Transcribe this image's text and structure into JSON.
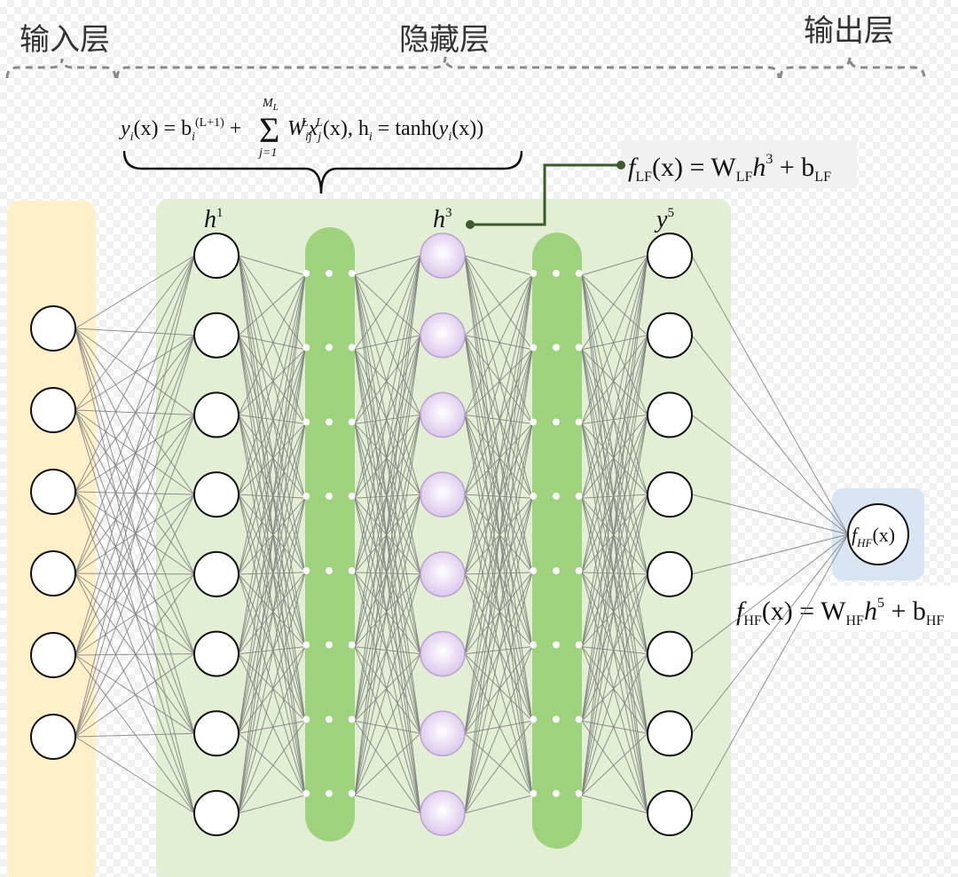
{
  "layers": {
    "input": "输入层",
    "hidden": "隐藏层",
    "output": "输出层"
  },
  "formula_hidden": {
    "lhs_y": "y",
    "lhs_i": "i",
    "lhs_x": "(x) = b",
    "b_sub": "i",
    "b_sup": "(L+1)",
    "plus": " + ",
    "sigma": "Σ",
    "sum_top": "M",
    "sum_top_sub": "L",
    "sum_bottom": "j=1",
    "W": "W",
    "W_sub": "ij",
    "W_sup": "L",
    "x": "x",
    "x_sub": "j",
    "x_sup": "L",
    "tail": "(x), h",
    "h_sub": "i",
    "eq_tanh": " = tanh(",
    "tanh_y": "y",
    "tanh_y_sub": "i",
    "tanh_end": "(x))"
  },
  "formula_lf": {
    "f": "f",
    "f_sub": "LF",
    "mid": "(x) = W",
    "W_sub": "LF",
    "h": "h",
    "h_sup": "3",
    "plus_b": " + b",
    "b_sub": "LF"
  },
  "formula_hf": {
    "f": "f",
    "f_sub": "HF",
    "mid": "(x) = W",
    "W_sub": "HF",
    "h": "h",
    "h_sup": "5",
    "plus_b": " + b",
    "b_sub": "HF"
  },
  "labels": {
    "h1": "h",
    "h1_sup": "1",
    "h3": "h",
    "h3_sup": "3",
    "y5": "y",
    "y5_sup": "5"
  },
  "output_node": {
    "f": "f",
    "f_sub": "HF",
    "arg": "(x)"
  },
  "ellipsis": "• • •",
  "network": {
    "input_nodes": 6,
    "h1_nodes": 8,
    "h3_nodes": 8,
    "y5_nodes": 8,
    "bar_dot_rows": 8,
    "output_nodes": 1
  },
  "colors": {
    "input_panel": "#fff0c9",
    "hidden_panel": "#e2efd4",
    "collapsed_layer": "#9fd27c",
    "h3_node": "#e3d0ef",
    "output_panel": "#dae5f3",
    "connector": "#3c5a2a"
  }
}
